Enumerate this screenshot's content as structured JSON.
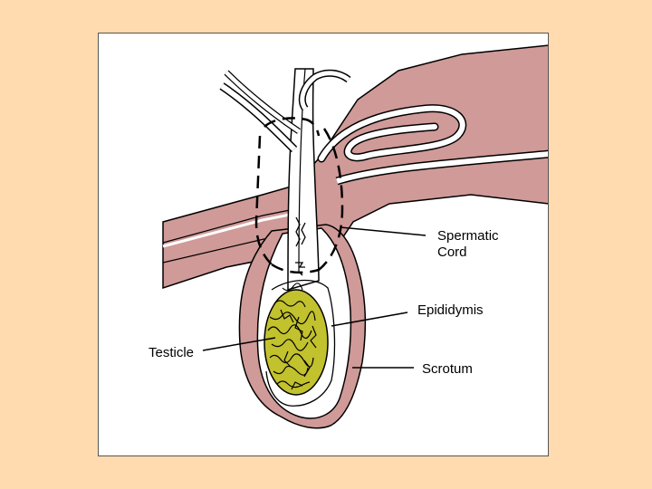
{
  "colors": {
    "background": "#FFDBAF",
    "panel": "#FFFFFF",
    "scrotum_wall": "#CF9A98",
    "testicle": "#C2C12E",
    "outline": "#000000"
  },
  "labels": {
    "spermatic_cord": "Spermatic\nCord",
    "epididymis": "Epididymis",
    "testicle": "Testicle",
    "scrotum": "Scrotum"
  }
}
